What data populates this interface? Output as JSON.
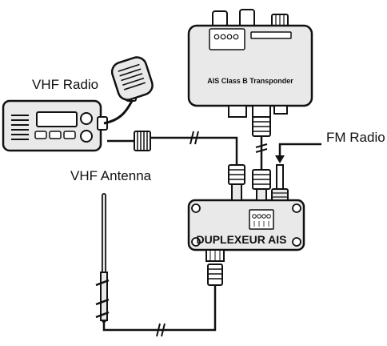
{
  "labels": {
    "vhf_radio": "VHF Radio",
    "vhf_antenna": "VHF Antenna",
    "fm_radio": "FM Radio",
    "ais_transponder": "AIS Class B Transponder",
    "duplexer": "DUPLEXEUR AIS"
  },
  "colors": {
    "line": "#111111",
    "device_fill": "#e9e9e9",
    "panel_fill": "#ffffff",
    "background": "#ffffff"
  }
}
